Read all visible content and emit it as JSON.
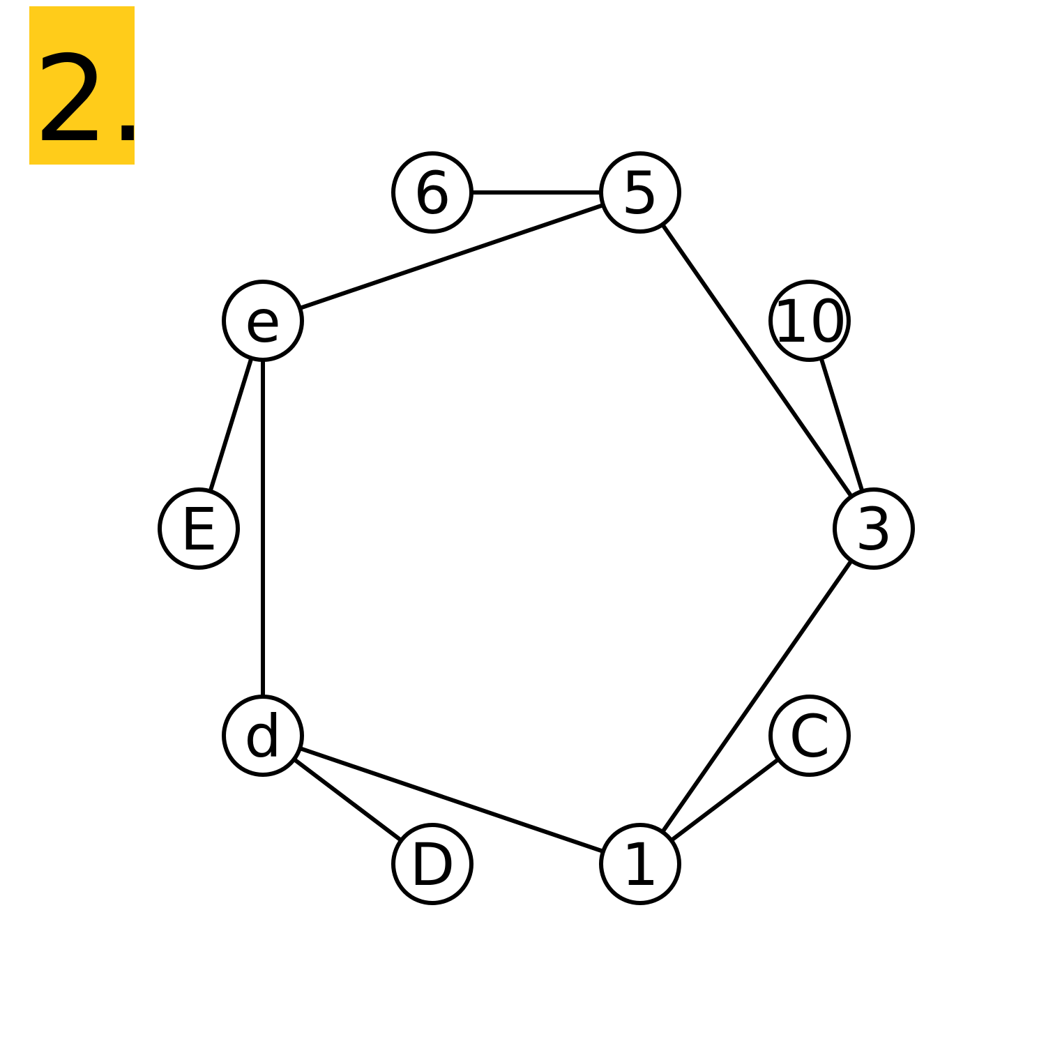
{
  "badge": {
    "label": "2.",
    "color": "#FFCC1A"
  },
  "graph": {
    "nodes": [
      {
        "id": "6",
        "label": "6"
      },
      {
        "id": "5",
        "label": "5"
      },
      {
        "id": "e",
        "label": "e"
      },
      {
        "id": "10",
        "label": "10"
      },
      {
        "id": "E",
        "label": "E"
      },
      {
        "id": "3",
        "label": "3"
      },
      {
        "id": "d",
        "label": "d"
      },
      {
        "id": "C",
        "label": "C"
      },
      {
        "id": "D",
        "label": "D"
      },
      {
        "id": "1",
        "label": "1"
      }
    ],
    "edges": [
      [
        "6",
        "5"
      ],
      [
        "5",
        "e"
      ],
      [
        "5",
        "3"
      ],
      [
        "10",
        "3"
      ],
      [
        "e",
        "E"
      ],
      [
        "e",
        "d"
      ],
      [
        "3",
        "1"
      ],
      [
        "d",
        "D"
      ],
      [
        "d",
        "1"
      ],
      [
        "C",
        "1"
      ]
    ]
  }
}
